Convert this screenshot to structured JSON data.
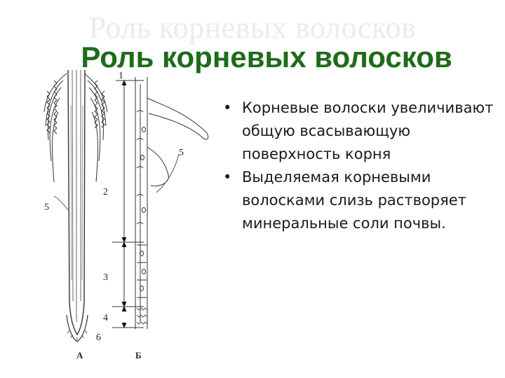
{
  "slide": {
    "ghost_title": "Роль корневых волосков",
    "title": "Роль корневых волосков"
  },
  "bullets": [
    {
      "text": "Корневые волоски увеличивают общую всасывающую поверхность корня"
    },
    {
      "text": "Выделяемая корневыми волосками слизь растворяет минеральные соли почвы."
    }
  ],
  "figure": {
    "labels": {
      "zone_1": "1",
      "zone_2": "2",
      "zone_3": "3",
      "zone_4": "4",
      "cap": "6",
      "hair_left": "5",
      "hair_right": "5",
      "panel_a": "А",
      "panel_b": "Б"
    }
  }
}
